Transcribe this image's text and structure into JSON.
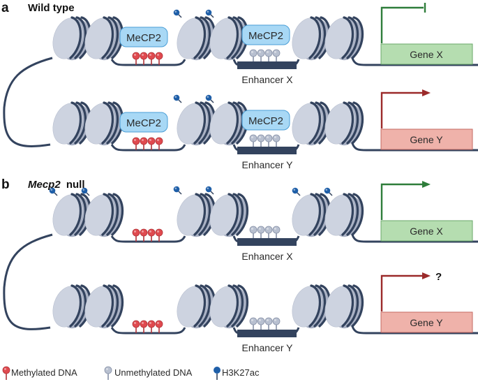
{
  "panels": [
    {
      "letter": "a",
      "title": "Wild type",
      "title_italic_part": "",
      "loci": [
        {
          "enhancer_label": "Enhancer X",
          "gene_label": "Gene X",
          "gene_color": "#b5ddb0",
          "gene_border": "#6aa86a",
          "arrow_color": "#2e7d3a",
          "arrow_type": "blocked",
          "question_mark": "",
          "mecp2_left": "MeCP2",
          "mecp2_enhancer": "MeCP2",
          "h3k27ac_positions": [
            "nuc3",
            "nuc4"
          ]
        },
        {
          "enhancer_label": "Enhancer Y",
          "gene_label": "Gene Y",
          "gene_color": "#efb2aa",
          "gene_border": "#c46a63",
          "arrow_color": "#9b2a2a",
          "arrow_type": "arrow",
          "question_mark": "",
          "mecp2_left": "MeCP2",
          "mecp2_enhancer": "MeCP2",
          "h3k27ac_positions": [
            "nuc3",
            "nuc4"
          ]
        }
      ]
    },
    {
      "letter": "b",
      "title": "null",
      "title_italic_part": "Mecp2",
      "loci": [
        {
          "enhancer_label": "Enhancer X",
          "gene_label": "Gene X",
          "gene_color": "#b5ddb0",
          "gene_border": "#6aa86a",
          "arrow_color": "#2e7d3a",
          "arrow_type": "arrow",
          "question_mark": "",
          "mecp2_left": "",
          "mecp2_enhancer": "",
          "h3k27ac_positions": [
            "nuc1",
            "nuc2",
            "nuc3",
            "nuc4",
            "nuc5",
            "nuc6"
          ]
        },
        {
          "enhancer_label": "Enhancer Y",
          "gene_label": "Gene Y",
          "gene_color": "#efb2aa",
          "gene_border": "#c46a63",
          "arrow_color": "#9b2a2a",
          "arrow_type": "arrow",
          "question_mark": "?",
          "mecp2_left": "",
          "mecp2_enhancer": "",
          "h3k27ac_positions": []
        }
      ]
    }
  ],
  "legend": {
    "methylated": "Methylated DNA",
    "unmethylated": "Unmethylated DNA",
    "h3k27ac": "H3K27ac"
  },
  "colors": {
    "dna": "#33435e",
    "nucleosome": "#cdd3e0",
    "nucleosome_shade": "#a9b1c4",
    "mecp2_fill": "#a8d8f5",
    "mecp2_stroke": "#4a9ed6",
    "methylated": "#e04a4f",
    "unmethylated": "#b8c0d0",
    "h3k27ac": "#1f5fa8"
  }
}
